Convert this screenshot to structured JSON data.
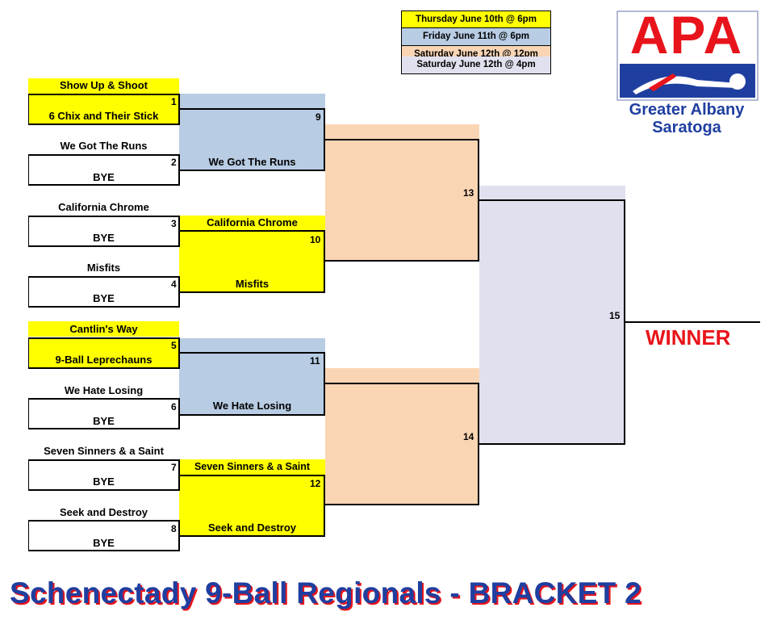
{
  "colors": {
    "thursday": "#ffff00",
    "friday": "#b8cce4",
    "saturday_noon": "#fad5b4",
    "saturday_4pm": "#e1e0ee",
    "brand_red": "#e8141b",
    "brand_blue": "#1f3fa0"
  },
  "legend": [
    {
      "label": "Thursday June 10th @ 6pm",
      "color": "#ffff00"
    },
    {
      "label": "Friday June 11th @ 6pm",
      "color": "#b8cce4"
    },
    {
      "label": "Saturday June 12th @ 12pm",
      "color": "#fad5b4"
    },
    {
      "label": "Saturday June 12th @ 4pm",
      "color": "#e1e0ee"
    }
  ],
  "logo": {
    "main": "APA",
    "line1": "Greater Albany",
    "line2": "Saratoga"
  },
  "round1": [
    {
      "num": "1",
      "top": "Show Up & Shoot",
      "bottom": "6 Chix and Their Stick"
    },
    {
      "num": "2",
      "top": "We Got The Runs",
      "bottom": "BYE"
    },
    {
      "num": "3",
      "top": "California Chrome",
      "bottom": "BYE"
    },
    {
      "num": "4",
      "top": "Misfits",
      "bottom": "BYE"
    },
    {
      "num": "5",
      "top": "Cantlin's Way",
      "bottom": "9-Ball Leprechauns"
    },
    {
      "num": "6",
      "top": "We Hate Losing",
      "bottom": "BYE"
    },
    {
      "num": "7",
      "top": "Seven Sinners & a Saint",
      "bottom": "BYE"
    },
    {
      "num": "8",
      "top": "Seek and Destroy",
      "bottom": "BYE"
    }
  ],
  "round2": [
    {
      "num": "9",
      "top": "",
      "bottom": "We Got The Runs"
    },
    {
      "num": "10",
      "top": "California Chrome",
      "bottom": "Misfits"
    },
    {
      "num": "11",
      "top": "",
      "bottom": "We Hate Losing"
    },
    {
      "num": "12",
      "top": "Seven Sinners & a Saint",
      "bottom": "Seek and Destroy"
    }
  ],
  "round3": [
    {
      "num": "13"
    },
    {
      "num": "14"
    }
  ],
  "final": {
    "num": "15",
    "winner_label": "WINNER"
  },
  "title": "Schenectady 9-Ball Regionals - BRACKET 2"
}
